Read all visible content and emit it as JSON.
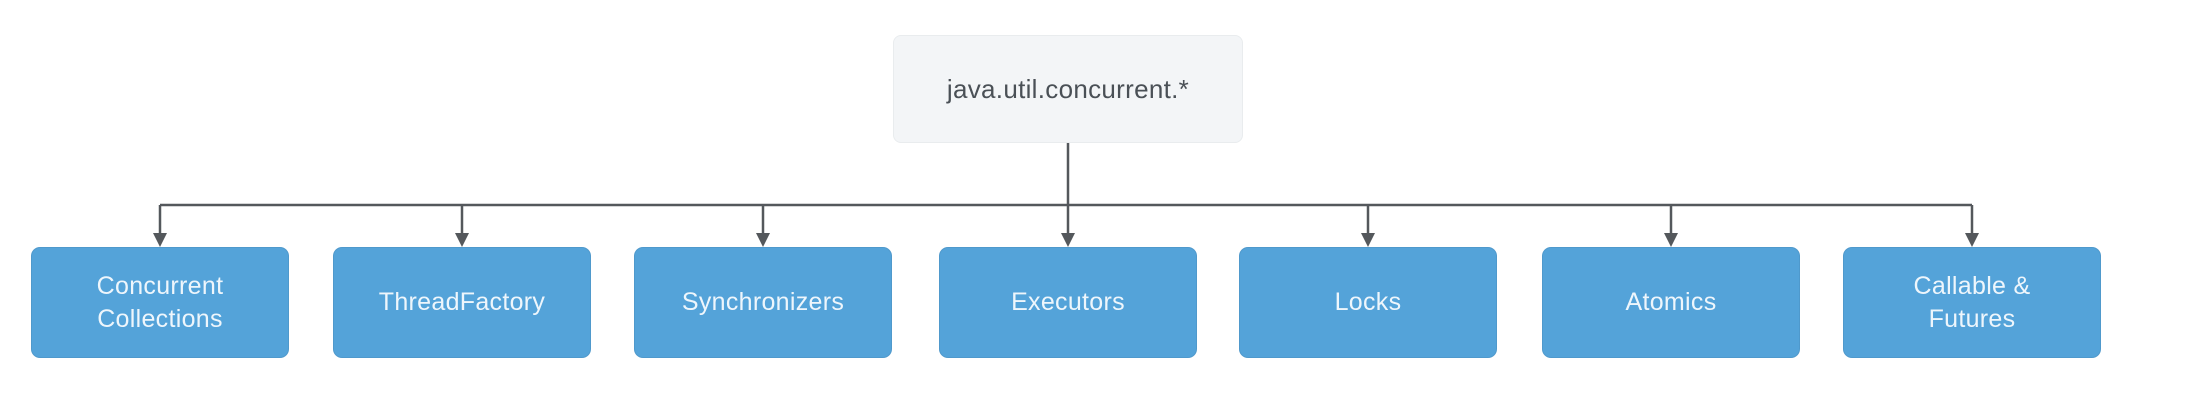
{
  "diagram": {
    "root": {
      "label": "java.util.concurrent.*"
    },
    "children": [
      {
        "label": "Concurrent\nCollections"
      },
      {
        "label": "ThreadFactory"
      },
      {
        "label": "Synchronizers"
      },
      {
        "label": "Executors"
      },
      {
        "label": "Locks"
      },
      {
        "label": "Atomics"
      },
      {
        "label": "Callable &\nFutures"
      }
    ],
    "colors": {
      "root_bg": "#f3f5f7",
      "root_border": "#e9ecee",
      "root_text": "#4a5056",
      "child_bg": "#54a3d9",
      "child_text": "#eef6fc",
      "connector": "#54585c"
    }
  }
}
